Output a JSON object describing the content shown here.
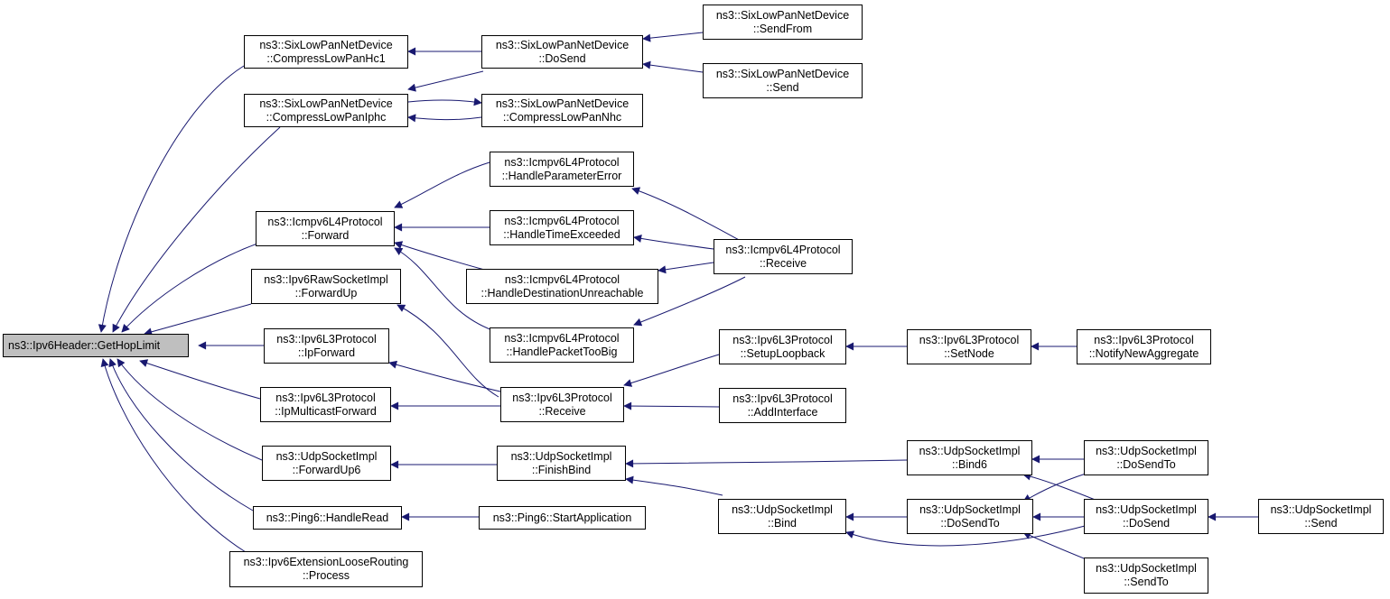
{
  "colors": {
    "edge": "#191970",
    "root_fill": "#bfbfbf",
    "node_fill": "#ffffff",
    "border": "#000000"
  },
  "nodes": {
    "root": {
      "lines": [
        "ns3::Ipv6Header::GetHopLimit"
      ]
    },
    "hc1": {
      "lines": [
        "ns3::SixLowPanNetDevice",
        "::CompressLowPanHc1"
      ]
    },
    "iphc": {
      "lines": [
        "ns3::SixLowPanNetDevice",
        "::CompressLowPanIphc"
      ]
    },
    "dosend6": {
      "lines": [
        "ns3::SixLowPanNetDevice",
        "::DoSend"
      ]
    },
    "nhc": {
      "lines": [
        "ns3::SixLowPanNetDevice",
        "::CompressLowPanNhc"
      ]
    },
    "sendfrom": {
      "lines": [
        "ns3::SixLowPanNetDevice",
        "::SendFrom"
      ]
    },
    "send6": {
      "lines": [
        "ns3::SixLowPanNetDevice",
        "::Send"
      ]
    },
    "icfwd": {
      "lines": [
        "ns3::Icmpv6L4Protocol",
        "::Forward"
      ]
    },
    "hpe": {
      "lines": [
        "ns3::Icmpv6L4Protocol",
        "::HandleParameterError"
      ]
    },
    "hte": {
      "lines": [
        "ns3::Icmpv6L4Protocol",
        "::HandleTimeExceeded"
      ]
    },
    "hdu": {
      "lines": [
        "ns3::Icmpv6L4Protocol",
        "::HandleDestinationUnreachable"
      ]
    },
    "hptb": {
      "lines": [
        "ns3::Icmpv6L4Protocol",
        "::HandlePacketTooBig"
      ]
    },
    "icrecv": {
      "lines": [
        "ns3::Icmpv6L4Protocol",
        "::Receive"
      ]
    },
    "rawfwd": {
      "lines": [
        "ns3::Ipv6RawSocketImpl",
        "::ForwardUp"
      ]
    },
    "ipfwd": {
      "lines": [
        "ns3::Ipv6L3Protocol",
        "::IpForward"
      ]
    },
    "ipmcast": {
      "lines": [
        "ns3::Ipv6L3Protocol",
        "::IpMulticastForward"
      ]
    },
    "l3recv": {
      "lines": [
        "ns3::Ipv6L3Protocol",
        "::Receive"
      ]
    },
    "setloop": {
      "lines": [
        "ns3::Ipv6L3Protocol",
        "::SetupLoopback"
      ]
    },
    "addif": {
      "lines": [
        "ns3::Ipv6L3Protocol",
        "::AddInterface"
      ]
    },
    "setnode": {
      "lines": [
        "ns3::Ipv6L3Protocol",
        "::SetNode"
      ]
    },
    "notify": {
      "lines": [
        "ns3::Ipv6L3Protocol",
        "::NotifyNewAggregate"
      ]
    },
    "udpfwd": {
      "lines": [
        "ns3::UdpSocketImpl",
        "::ForwardUp6"
      ]
    },
    "finish": {
      "lines": [
        "ns3::UdpSocketImpl",
        "::FinishBind"
      ]
    },
    "bind6": {
      "lines": [
        "ns3::UdpSocketImpl",
        "::Bind6"
      ]
    },
    "bind": {
      "lines": [
        "ns3::UdpSocketImpl",
        "::Bind"
      ]
    },
    "dosendto1": {
      "lines": [
        "ns3::UdpSocketImpl",
        "::DoSendTo"
      ]
    },
    "dosendto2": {
      "lines": [
        "ns3::UdpSocketImpl",
        "::DoSendTo"
      ]
    },
    "udpdosend": {
      "lines": [
        "ns3::UdpSocketImpl",
        "::DoSend"
      ]
    },
    "udpsendto": {
      "lines": [
        "ns3::UdpSocketImpl",
        "::SendTo"
      ]
    },
    "udpsend": {
      "lines": [
        "ns3::UdpSocketImpl",
        "::Send"
      ]
    },
    "pingread": {
      "lines": [
        "ns3::Ping6::HandleRead"
      ]
    },
    "pingstart": {
      "lines": [
        "ns3::Ping6::StartApplication"
      ]
    },
    "loose": {
      "lines": [
        "ns3::Ipv6ExtensionLooseRouting",
        "::Process"
      ]
    }
  }
}
